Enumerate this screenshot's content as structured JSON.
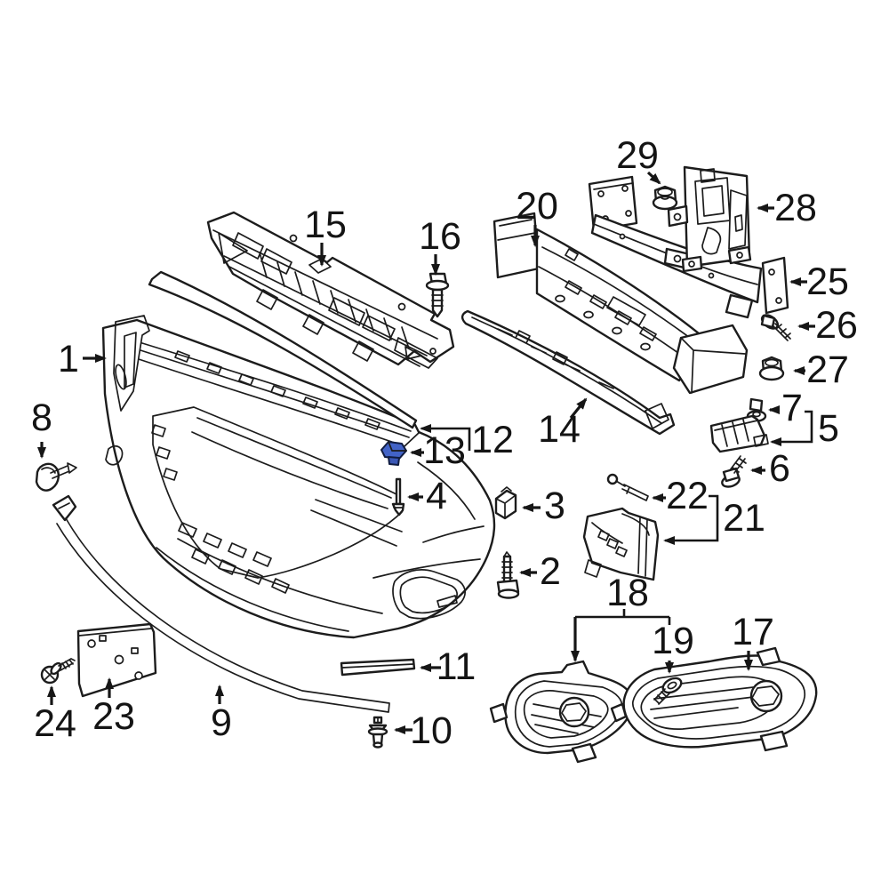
{
  "diagram": {
    "type": "exploded-parts-diagram",
    "subject": "front-bumper-assembly",
    "background_color": "#ffffff",
    "line_color": "#1c1c1c",
    "highlight_color": "#4263c7",
    "highlighted_callout": "13",
    "callouts": [
      {
        "number": "1",
        "part": "front-bumper-cover"
      },
      {
        "number": "2",
        "part": "screw"
      },
      {
        "number": "3",
        "part": "clip-nut"
      },
      {
        "number": "4",
        "part": "push-rivet"
      },
      {
        "number": "5",
        "part": "bumper-guide-bracket"
      },
      {
        "number": "6",
        "part": "bolt"
      },
      {
        "number": "7",
        "part": "grommet"
      },
      {
        "number": "8",
        "part": "retainer-clip"
      },
      {
        "number": "9",
        "part": "lower-molding-strip"
      },
      {
        "number": "10",
        "part": "push-clip"
      },
      {
        "number": "11",
        "part": "molding-insert"
      },
      {
        "number": "12",
        "part": "upper-molding-strip"
      },
      {
        "number": "13",
        "part": "molding-clip-highlighted"
      },
      {
        "number": "14",
        "part": "lower-absorber-blade"
      },
      {
        "number": "15",
        "part": "grille-shutter-assembly"
      },
      {
        "number": "16",
        "part": "bolt"
      },
      {
        "number": "17",
        "part": "fog-lamp-bezel-right"
      },
      {
        "number": "18",
        "part": "fog-lamp-bezel-left"
      },
      {
        "number": "19",
        "part": "bolt"
      },
      {
        "number": "20",
        "part": "energy-absorber"
      },
      {
        "number": "21",
        "part": "side-support-bracket"
      },
      {
        "number": "22",
        "part": "retainer-rod"
      },
      {
        "number": "23",
        "part": "license-plate-bracket"
      },
      {
        "number": "24",
        "part": "screw"
      },
      {
        "number": "25",
        "part": "bumper-reinforcement-bar"
      },
      {
        "number": "26",
        "part": "bolt"
      },
      {
        "number": "27",
        "part": "nut"
      },
      {
        "number": "28",
        "part": "sensor-bracket"
      },
      {
        "number": "29",
        "part": "flange-nut"
      }
    ]
  }
}
